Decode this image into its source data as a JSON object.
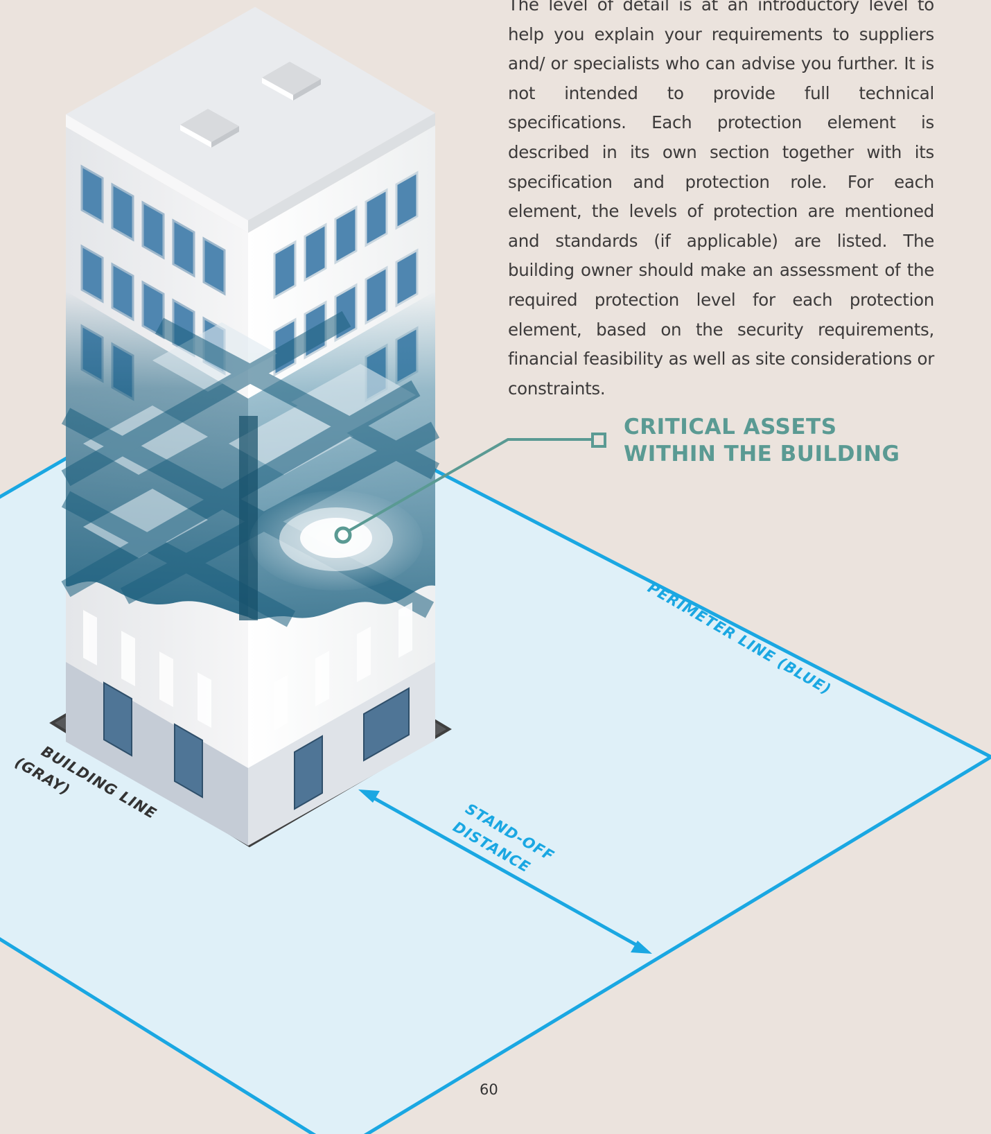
{
  "intro_text": "The level of detail is at an introductory level to help you explain your requirements to suppliers and/ or specialists who can advise you further. It is not intended to provide full technical specifications. Each protection element is described in its own section together with its specification and protection role. For each element, the levels of protection are mentioned and standards (if applicable) are listed. The building owner should make an assessment of the required protection level for each protection element, based on the security requirements, financial feasibility as well as site considerations or constraints.",
  "callout": {
    "line1": "CRITICAL ASSETS",
    "line2": "WITHIN THE BUILDING"
  },
  "labels": {
    "perimeter": "PERIMETER LINE (BLUE)",
    "standoff_line1": "STAND-OFF",
    "standoff_line2": "DISTANCE",
    "building_line1": "BUILDING LINE",
    "building_line2": "(GRAY)"
  },
  "page_number": "60",
  "colors": {
    "background": "#ebe3dd",
    "perimeter": "#1aa7e2",
    "perimeter_fill": "#dff0f8",
    "building_line": "#3f3f3f",
    "callout": "#5a9a93",
    "structure": "#1b5f7e"
  }
}
